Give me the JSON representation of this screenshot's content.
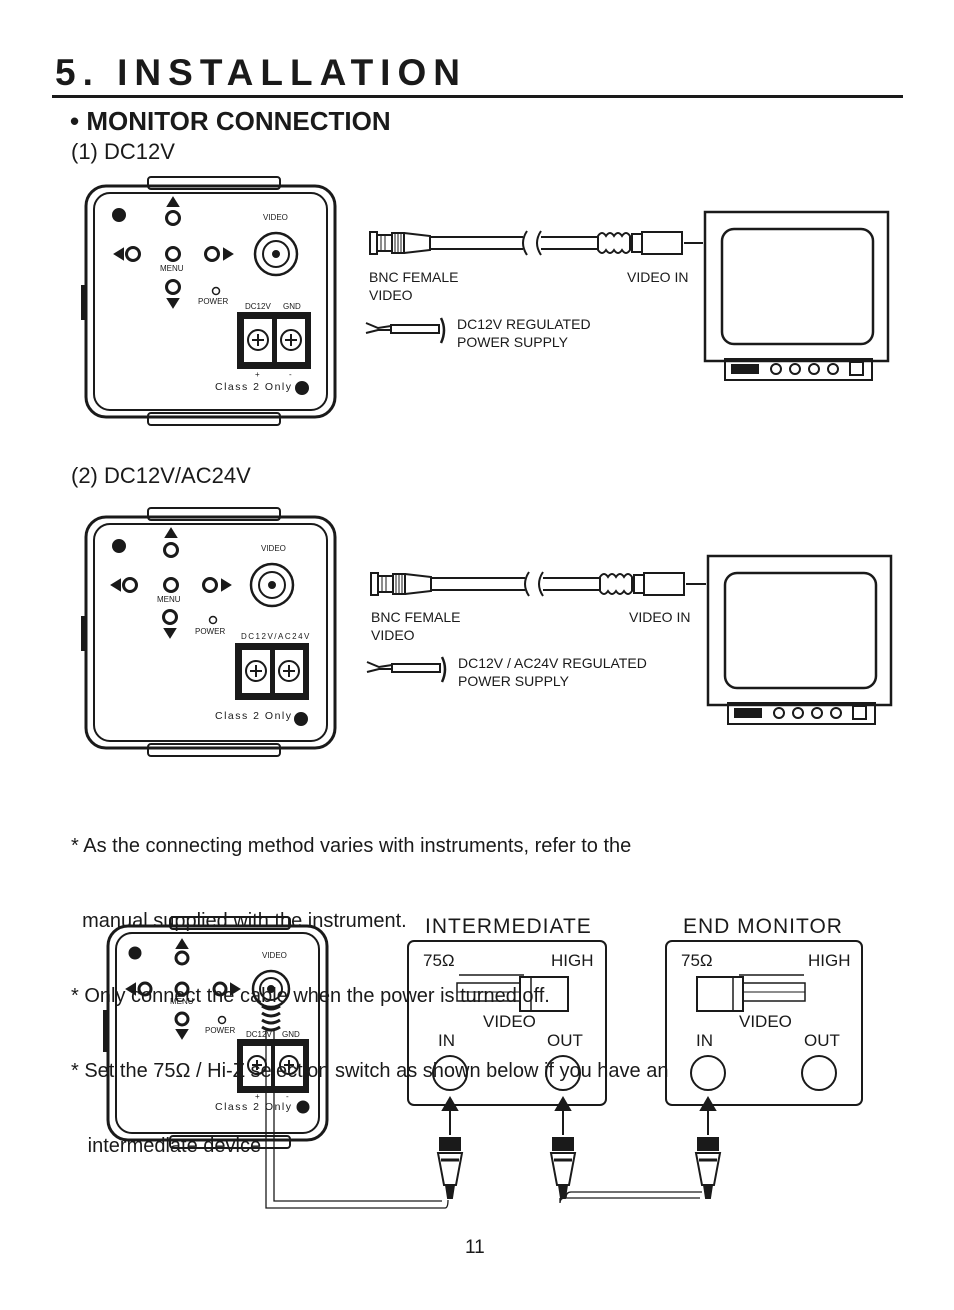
{
  "header": {
    "title": "5. INSTALLATION",
    "section": "• MONITOR CONNECTION"
  },
  "diagram1": {
    "subtitle": "(1) DC12V",
    "camera": {
      "video_label": "VIDEO",
      "menu_label": "MENU",
      "power_label": "POWER",
      "dc_label": "DC12V",
      "gnd_label": "GND",
      "plus": "+",
      "minus": "-",
      "class_label": "Class 2 Only"
    },
    "bnc_label": [
      "BNC FEMALE",
      "VIDEO"
    ],
    "video_in_label": "VIDEO IN",
    "power_supply_label": [
      "DC12V REGULATED",
      "POWER SUPPLY"
    ]
  },
  "diagram2": {
    "subtitle": "(2) DC12V/AC24V",
    "camera": {
      "video_label": "VIDEO",
      "menu_label": "MENU",
      "power_label": "POWER",
      "dc_label": "DC12V/AC24V",
      "class_label": "Class 2 Only"
    },
    "bnc_label": [
      "BNC FEMALE",
      "VIDEO"
    ],
    "video_in_label": "VIDEO IN",
    "power_supply_label": [
      "DC12V / AC24V REGULATED",
      "POWER SUPPLY"
    ]
  },
  "notes": [
    "* As the connecting method varies with instruments, refer to the",
    "  manual supplied with the instrument.",
    "* Only connect the cable when the power is turned off.",
    "* Set the 75Ω / Hi-Z selection switch as shown below if you have an",
    "   intermediate device"
  ],
  "diagram3": {
    "camera": {
      "video_label": "VIDEO",
      "menu_label": "MENU",
      "power_label": "POWER",
      "dc_label": "DC12V",
      "gnd_label": "GND",
      "plus": "+",
      "minus": "-",
      "class_label": "Class 2 Only"
    },
    "intermediate": {
      "title": "INTERMEDIATE",
      "ohm": "75Ω",
      "high": "HIGH",
      "video": "VIDEO",
      "in": "IN",
      "out": "OUT"
    },
    "end_monitor": {
      "title": "END MONITOR",
      "ohm": "75Ω",
      "high": "HIGH",
      "video": "VIDEO",
      "in": "IN",
      "out": "OUT"
    }
  },
  "footer": {
    "page_number": "11"
  }
}
